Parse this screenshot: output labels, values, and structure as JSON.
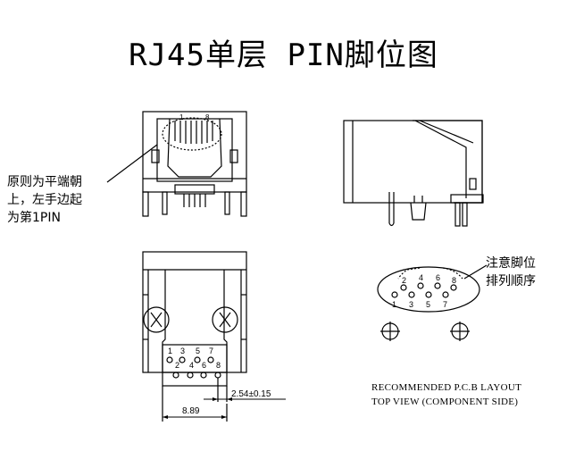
{
  "title": "RJ45单层 PIN脚位图",
  "notes": {
    "pin1_rule": "原则为平端朝\n上，左手边起\n为第1PIN",
    "pin_order": "注意脚位\n排列顺序"
  },
  "front_view_labels": {
    "pin1": "1",
    "pin8": "8"
  },
  "bottom_view": {
    "top_row": [
      "1",
      "3",
      "5",
      "7"
    ],
    "bottom_row": [
      "2",
      "4",
      "6",
      "8"
    ],
    "dim_pitch": "2.54±0.15",
    "dim_width": "8.89"
  },
  "pcb_layout": {
    "top_row": [
      "2",
      "4",
      "6",
      "8"
    ],
    "bottom_row": [
      "1",
      "3",
      "5",
      "7"
    ],
    "caption": "RECOMMENDED P.C.B LAYOUT\nTOP VIEW (COMPONENT SIDE)"
  }
}
